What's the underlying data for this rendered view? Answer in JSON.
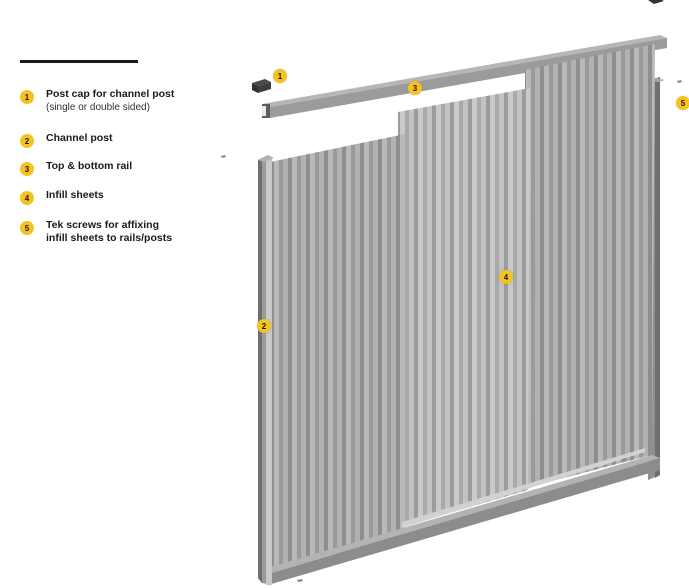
{
  "legend": {
    "items": [
      {
        "num": "1",
        "title": "Post cap for channel post",
        "sub": "(single or double sided)"
      },
      {
        "num": "2",
        "title": "Channel post",
        "sub": ""
      },
      {
        "num": "3",
        "title": "Top & bottom rail",
        "sub": ""
      },
      {
        "num": "4",
        "title": "Infill sheets",
        "sub": ""
      },
      {
        "num": "5",
        "title": "Tek screws for affixing",
        "sub2": "infill sheets to rails/posts"
      }
    ]
  },
  "callouts": [
    "1",
    "2",
    "3",
    "4",
    "5"
  ],
  "colors": {
    "badge": "#f5c220",
    "sheet_light": "#bdbdbd",
    "sheet_mid": "#a3a3a3",
    "sheet_dark": "#8a8a8a",
    "frame": "#7d7d7d"
  }
}
